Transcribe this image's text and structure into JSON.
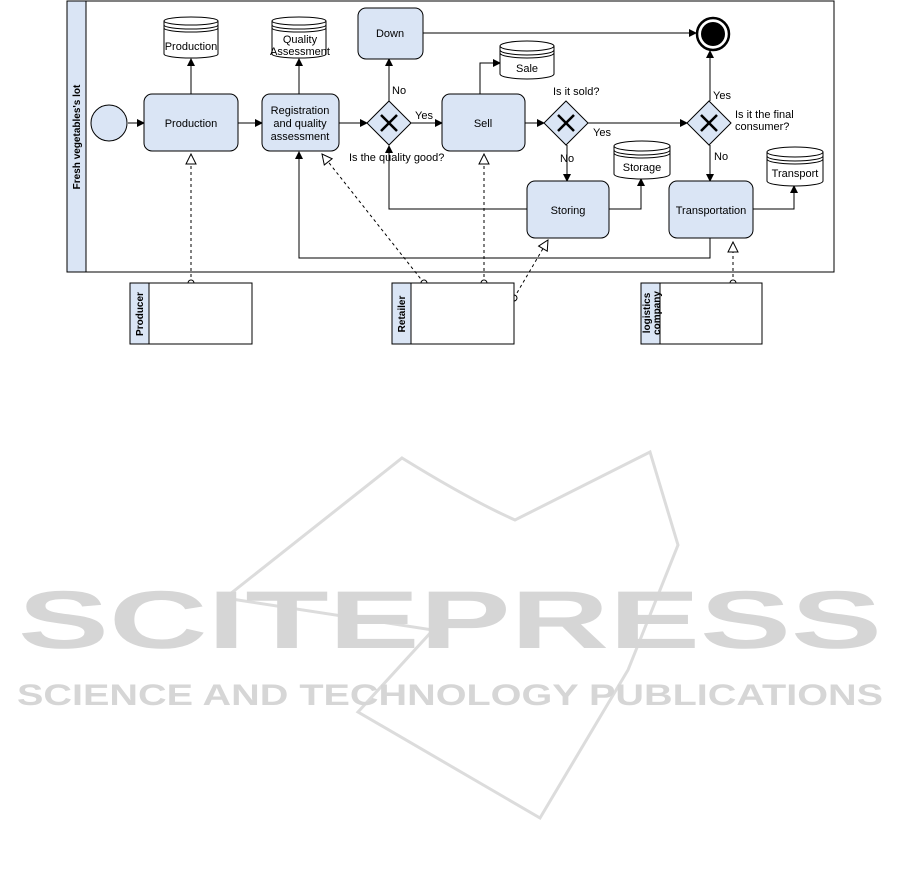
{
  "pool": {
    "label": "Fresh vegetables's lot"
  },
  "tasks": {
    "production": "Production",
    "registration": [
      "Registration",
      "and quality",
      "assessment"
    ],
    "down": "Down",
    "sell": "Sell",
    "storing": "Storing",
    "transportation": "Transportation"
  },
  "stores": {
    "production": "Production",
    "quality": [
      "Quality",
      "Assessment"
    ],
    "sale": "Sale",
    "storage": "Storage",
    "transport": "Transport"
  },
  "gateways": {
    "quality": "Is the quality good?",
    "sold": "Is it sold?",
    "final": [
      "Is it the final",
      "consumer?"
    ]
  },
  "flow_labels": {
    "no1": "No",
    "yes1": "Yes",
    "yes2": "Yes",
    "no2": "No",
    "yes3": "Yes",
    "no3": "No"
  },
  "actors": {
    "producer": "Producer",
    "retailer": "Retailer",
    "logistics": [
      "logistics",
      "company"
    ]
  },
  "watermark": {
    "line1": "SCITEPRESS",
    "line2": "SCIENCE AND TECHNOLOGY PUBLICATIONS"
  },
  "colors": {
    "task_fill": "#dae5f5",
    "watermark": "#d6d6d6"
  }
}
